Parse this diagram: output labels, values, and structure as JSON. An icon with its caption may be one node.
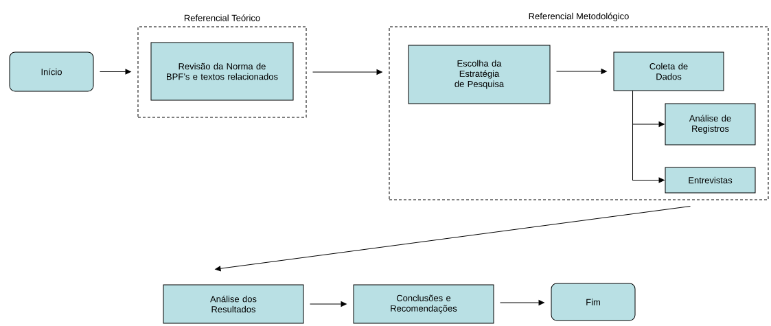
{
  "diagram": {
    "nodes": [
      {
        "text": [
          "Início"
        ]
      },
      {
        "text": [
          "Referencial Teórico"
        ]
      },
      {
        "text": [
          "Revisão da Norma de BPF’s e textos relacionados"
        ],
        "in": 1
      },
      {
        "text": [
          "Referencial Metodológico"
        ]
      },
      {
        "text": [
          "Escolha da Estratégia de Pesquisa"
        ],
        "in": 3
      },
      {
        "text": [
          "Coleta de Dados"
        ],
        "in": 3
      },
      {
        "text": [
          "Análise de Registros"
        ],
        "in": 3
      },
      {
        "text": [
          "Entrevistas"
        ],
        "in": 3
      },
      {
        "text": [
          "Análise dos Resultados"
        ]
      },
      {
        "text": [
          "Conclusões e Recomendações"
        ]
      },
      {
        "text": [
          "Fim"
        ]
      }
    ],
    "edges": [
      {
        "from": 0,
        "to": 1,
        "arrow": "to"
      },
      {
        "from": 1,
        "to": 3,
        "arrow": "to"
      },
      {
        "from": 4,
        "to": 5,
        "arrow": "to"
      },
      {
        "from": 5,
        "to": 6,
        "arrow": "to"
      },
      {
        "from": 5,
        "to": 7,
        "arrow": "to"
      },
      {
        "from": 3,
        "to": 8,
        "arrow": "to"
      },
      {
        "from": 8,
        "to": 9,
        "arrow": "to"
      },
      {
        "from": 9,
        "to": 10,
        "arrow": "to"
      }
    ]
  }
}
